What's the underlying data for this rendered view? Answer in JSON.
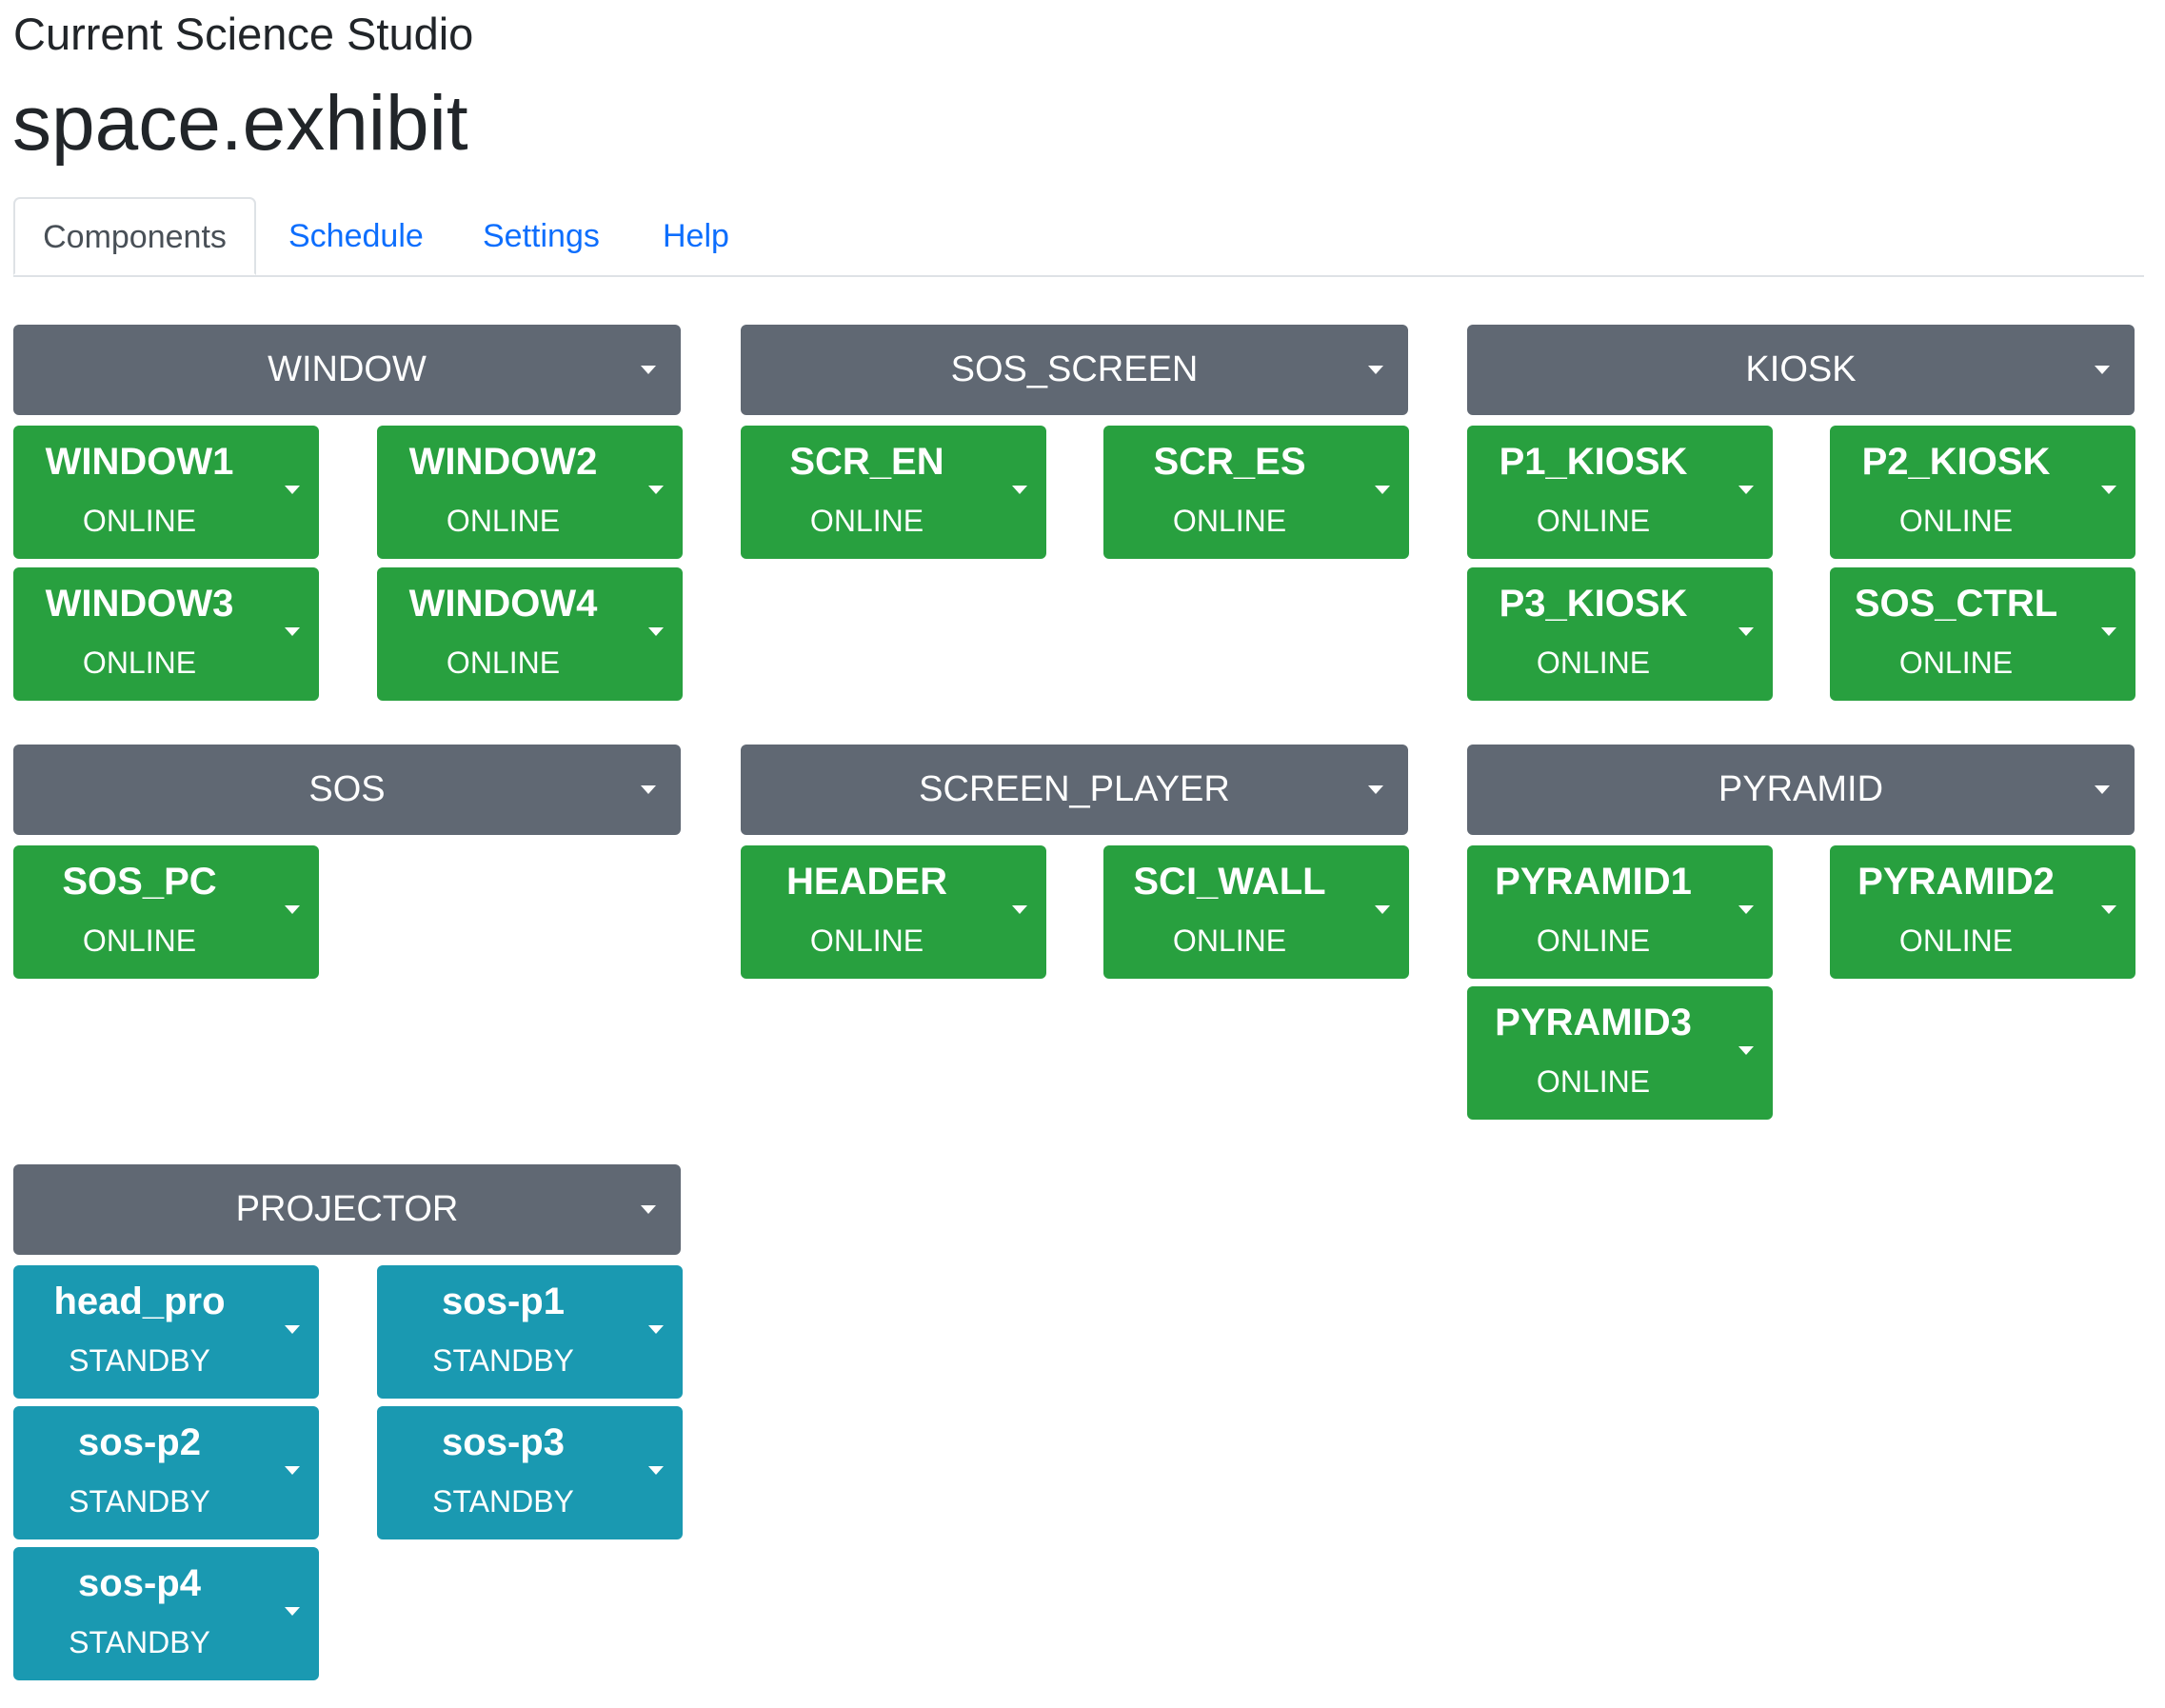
{
  "header": {
    "studio_name": "Current Science Studio",
    "exhibit_name": "space.exhibit"
  },
  "tabs": [
    {
      "label": "Components",
      "active": true
    },
    {
      "label": "Schedule",
      "active": false
    },
    {
      "label": "Settings",
      "active": false
    },
    {
      "label": "Help",
      "active": false
    }
  ],
  "colors": {
    "group_header": "#606873",
    "online": "#28a03f",
    "standby": "#1a99b1",
    "link": "#0d6efd"
  },
  "groups": [
    {
      "name": "WINDOW",
      "components": [
        {
          "name": "WINDOW1",
          "status": "ONLINE"
        },
        {
          "name": "WINDOW2",
          "status": "ONLINE"
        },
        {
          "name": "WINDOW3",
          "status": "ONLINE"
        },
        {
          "name": "WINDOW4",
          "status": "ONLINE"
        }
      ]
    },
    {
      "name": "SOS_SCREEN",
      "components": [
        {
          "name": "SCR_EN",
          "status": "ONLINE"
        },
        {
          "name": "SCR_ES",
          "status": "ONLINE"
        }
      ]
    },
    {
      "name": "KIOSK",
      "components": [
        {
          "name": "P1_KIOSK",
          "status": "ONLINE"
        },
        {
          "name": "P2_KIOSK",
          "status": "ONLINE"
        },
        {
          "name": "P3_KIOSK",
          "status": "ONLINE"
        },
        {
          "name": "SOS_CTRL",
          "status": "ONLINE"
        }
      ]
    },
    {
      "name": "SOS",
      "components": [
        {
          "name": "SOS_PC",
          "status": "ONLINE"
        }
      ]
    },
    {
      "name": "SCREEN_PLAYER",
      "components": [
        {
          "name": "HEADER",
          "status": "ONLINE"
        },
        {
          "name": "SCI_WALL",
          "status": "ONLINE"
        }
      ]
    },
    {
      "name": "PYRAMID",
      "components": [
        {
          "name": "PYRAMID1",
          "status": "ONLINE"
        },
        {
          "name": "PYRAMID2",
          "status": "ONLINE"
        },
        {
          "name": "PYRAMID3",
          "status": "ONLINE"
        }
      ]
    },
    {
      "name": "PROJECTOR",
      "components": [
        {
          "name": "head_pro",
          "status": "STANDBY"
        },
        {
          "name": "sos-p1",
          "status": "STANDBY"
        },
        {
          "name": "sos-p2",
          "status": "STANDBY"
        },
        {
          "name": "sos-p3",
          "status": "STANDBY"
        },
        {
          "name": "sos-p4",
          "status": "STANDBY"
        }
      ]
    }
  ]
}
